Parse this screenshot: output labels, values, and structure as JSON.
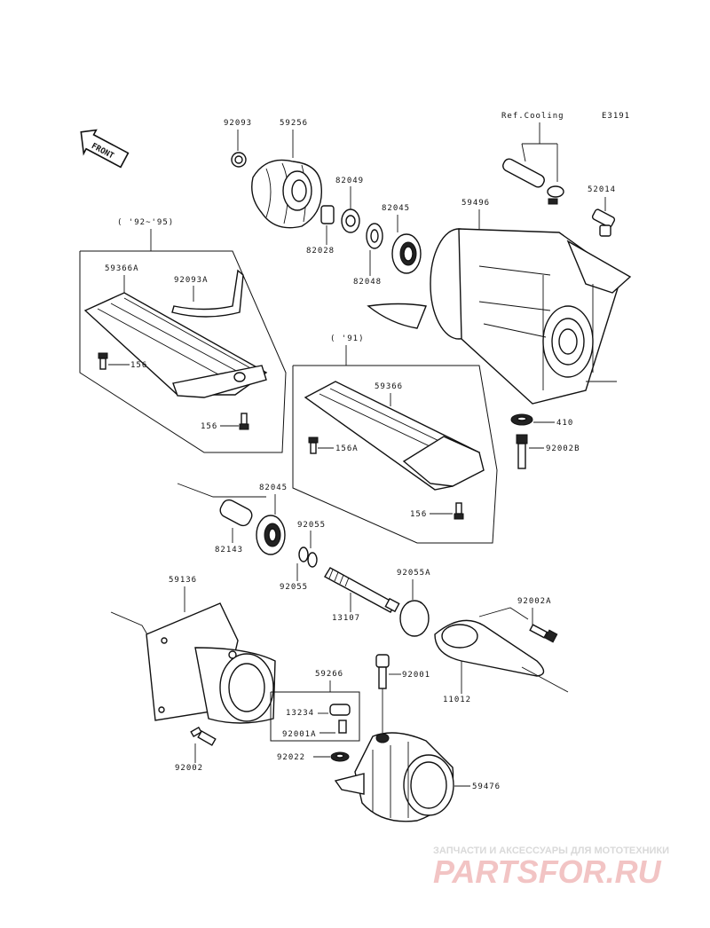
{
  "diagram_code": "E3191",
  "ref_note": "Ref.Cooling",
  "front_label": "FRONT",
  "group_92_95": "( '92~'95)",
  "group_91": "( '91)",
  "parts": {
    "p92093": "92093",
    "p59256": "59256",
    "p82049": "82049",
    "p82045_top": "82045",
    "p82028": "82028",
    "p82048": "82048",
    "p59496": "59496",
    "p52014": "52014",
    "p59366A": "59366A",
    "p92093A": "92093A",
    "p156_a": "156",
    "p156_b": "156",
    "p59366": "59366",
    "p156A": "156A",
    "p156_c": "156",
    "p410": "410",
    "p92002B": "92002B",
    "p82045_mid": "82045",
    "p92055_a": "92055",
    "p82143": "82143",
    "p92055_b": "92055",
    "p92055A": "92055A",
    "p13107": "13107",
    "p59136": "59136",
    "p92002A": "92002A",
    "p59266": "59266",
    "p92001": "92001",
    "p11012": "11012",
    "p13234": "13234",
    "p92001A": "92001A",
    "p92022": "92022",
    "p92002": "92002",
    "p59476": "59476"
  },
  "watermark": {
    "tagline": "ЗАПЧАСТИ И АКСЕССУАРЫ ДЛЯ МОТОТЕХНИКИ",
    "brand": "PARTSFOR.RU"
  }
}
